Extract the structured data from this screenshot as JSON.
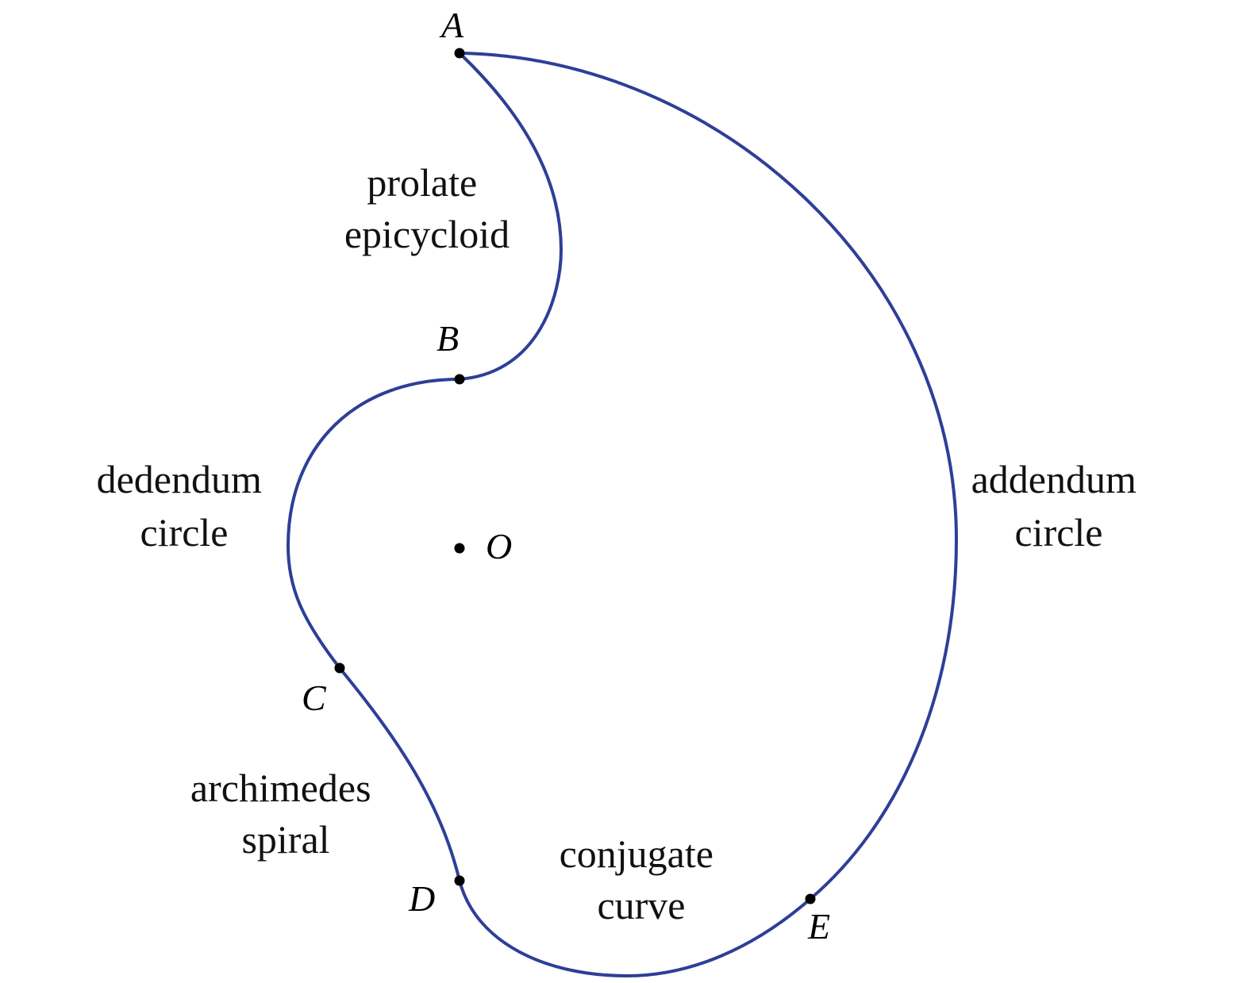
{
  "points": {
    "A": "A",
    "B": "B",
    "C": "C",
    "D": "D",
    "E": "E",
    "O": "O"
  },
  "segments": {
    "prolate_epicycloid": [
      "prolate",
      "epicycloid"
    ],
    "dedendum_circle": [
      "dedendum",
      "circle"
    ],
    "archimedes_spiral": [
      "archimedes",
      "spiral"
    ],
    "conjugate_curve": [
      "conjugate",
      "curve"
    ],
    "addendum_circle": [
      "addendum",
      "circle"
    ]
  },
  "colors": {
    "profile_stroke": "#2d3f97",
    "point_fill": "#000000",
    "text": "#111111"
  }
}
